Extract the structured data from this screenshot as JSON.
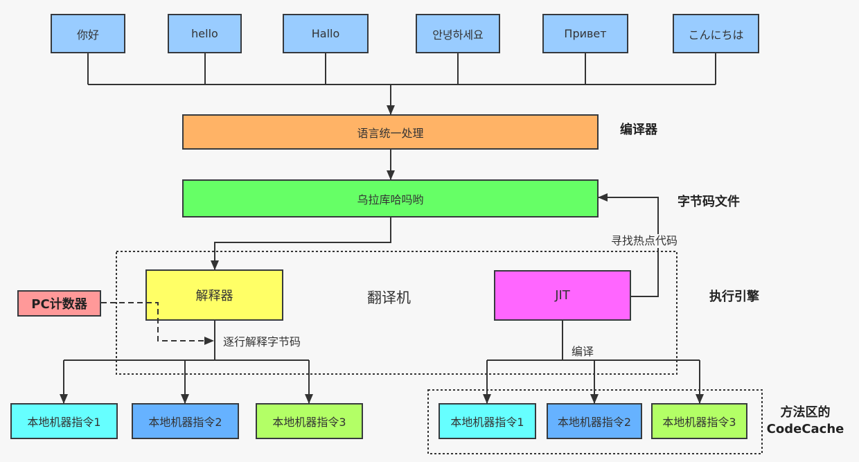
{
  "languages": [
    "你好",
    "hello",
    "Hallo",
    "안녕하세요",
    "Привет",
    "こんにちは"
  ],
  "compiler": {
    "box_text": "语言统一处理",
    "label": "编译器"
  },
  "bytecode": {
    "box_text": "乌拉库哈吗哟",
    "label": "字节码文件"
  },
  "execution_engine": {
    "label": "执行引擎",
    "translator_label": "翻译机",
    "interpreter": "解释器",
    "jit": "JIT",
    "find_hotspot_label": "寻找热点代码",
    "interpret_line_by_line_label": "逐行解释字节码",
    "compile_label": "编译"
  },
  "pc_counter": "PC计数器",
  "interpreter_outputs": [
    "本地机器指令1",
    "本地机器指令2",
    "本地机器指令3"
  ],
  "jit_outputs": [
    "本地机器指令1",
    "本地机器指令2",
    "本地机器指令3"
  ],
  "code_cache": {
    "label_line1": "方法区的",
    "label_line2": "CodeCache"
  },
  "colors": {
    "language_box": "#99ccff",
    "compiler_box": "#ffb366",
    "bytecode_box": "#66ff66",
    "interpreter_box": "#ffff66",
    "jit_box": "#ff66ff",
    "pc_counter_box": "#ff9999",
    "instruction_1": "#66ffff",
    "instruction_2": "#66b2ff",
    "instruction_3": "#b3ff66"
  }
}
